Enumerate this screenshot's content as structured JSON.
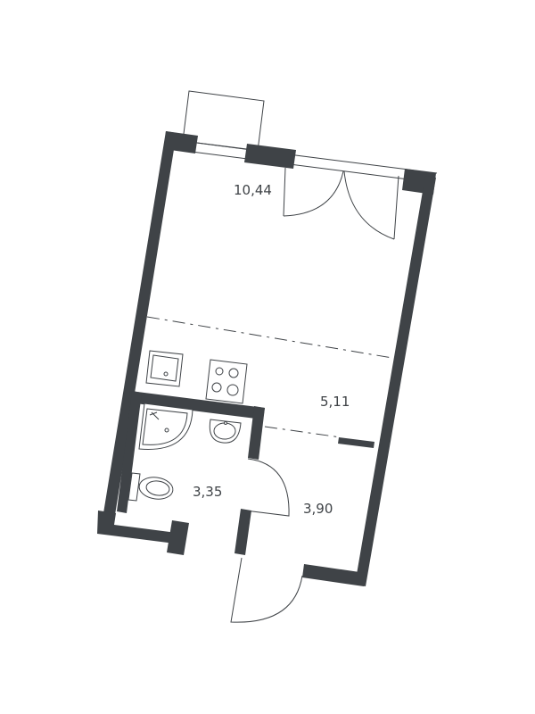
{
  "rooms": {
    "main_room": {
      "area": "10,44"
    },
    "kitchen": {
      "area": "5,11"
    },
    "bathroom": {
      "area": "3,35"
    },
    "hallway": {
      "area": "3,90"
    }
  },
  "colors": {
    "wall": "#3f4347",
    "background": "#ffffff"
  }
}
